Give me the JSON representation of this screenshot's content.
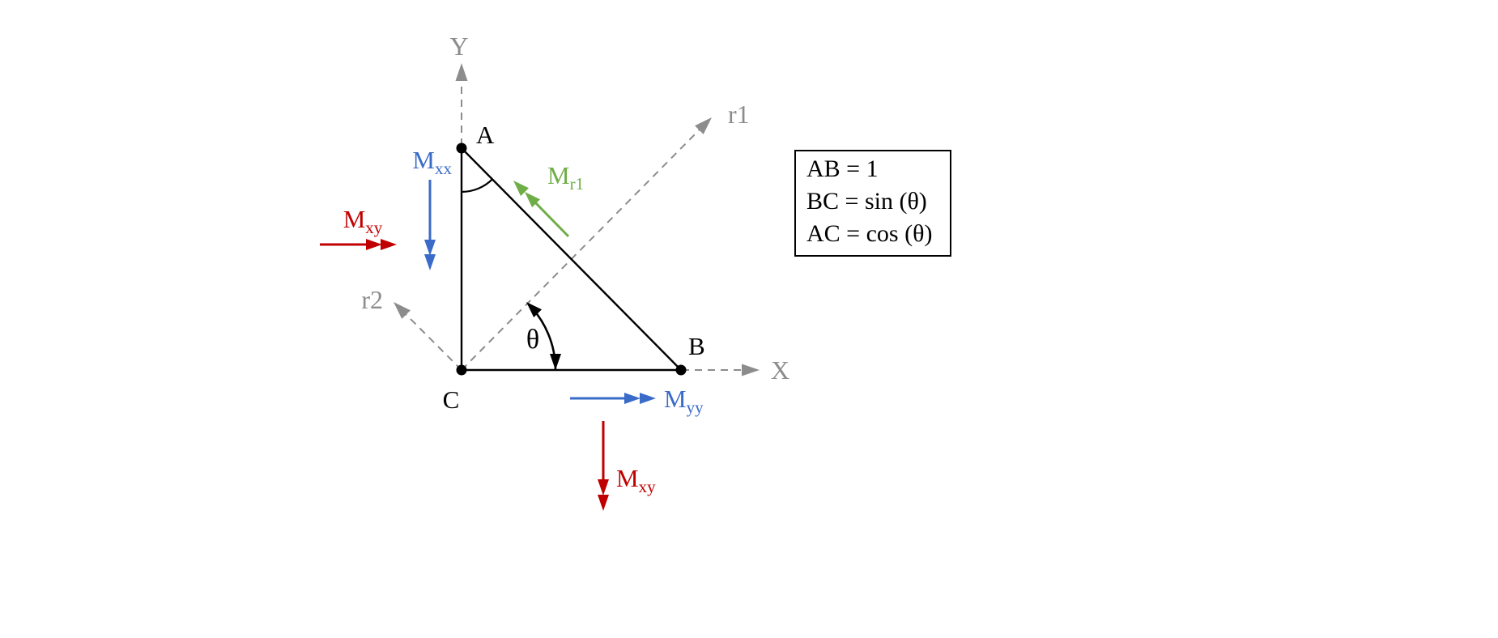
{
  "colors": {
    "blue": "#3a6bc8",
    "red": "#c00000",
    "green": "#6fad47",
    "gray": "#8c8c8c",
    "black": "#000000"
  },
  "axes": {
    "y": "Y",
    "x": "X",
    "r1": "r1",
    "r2": "r2"
  },
  "points": {
    "a": "A",
    "b": "B",
    "c": "C"
  },
  "angle_label": "θ",
  "moments": {
    "mxx": {
      "main": "M",
      "sub": "xx"
    },
    "mxy_left": {
      "main": "M",
      "sub": "xy"
    },
    "mr1": {
      "main": "M",
      "sub": "r1"
    },
    "myy": {
      "main": "M",
      "sub": "yy"
    },
    "mxy_bottom": {
      "main": "M",
      "sub": "xy"
    }
  },
  "legend": {
    "lines": [
      "AB = 1",
      "BC = sin (θ)",
      "AC = cos (θ)"
    ]
  }
}
